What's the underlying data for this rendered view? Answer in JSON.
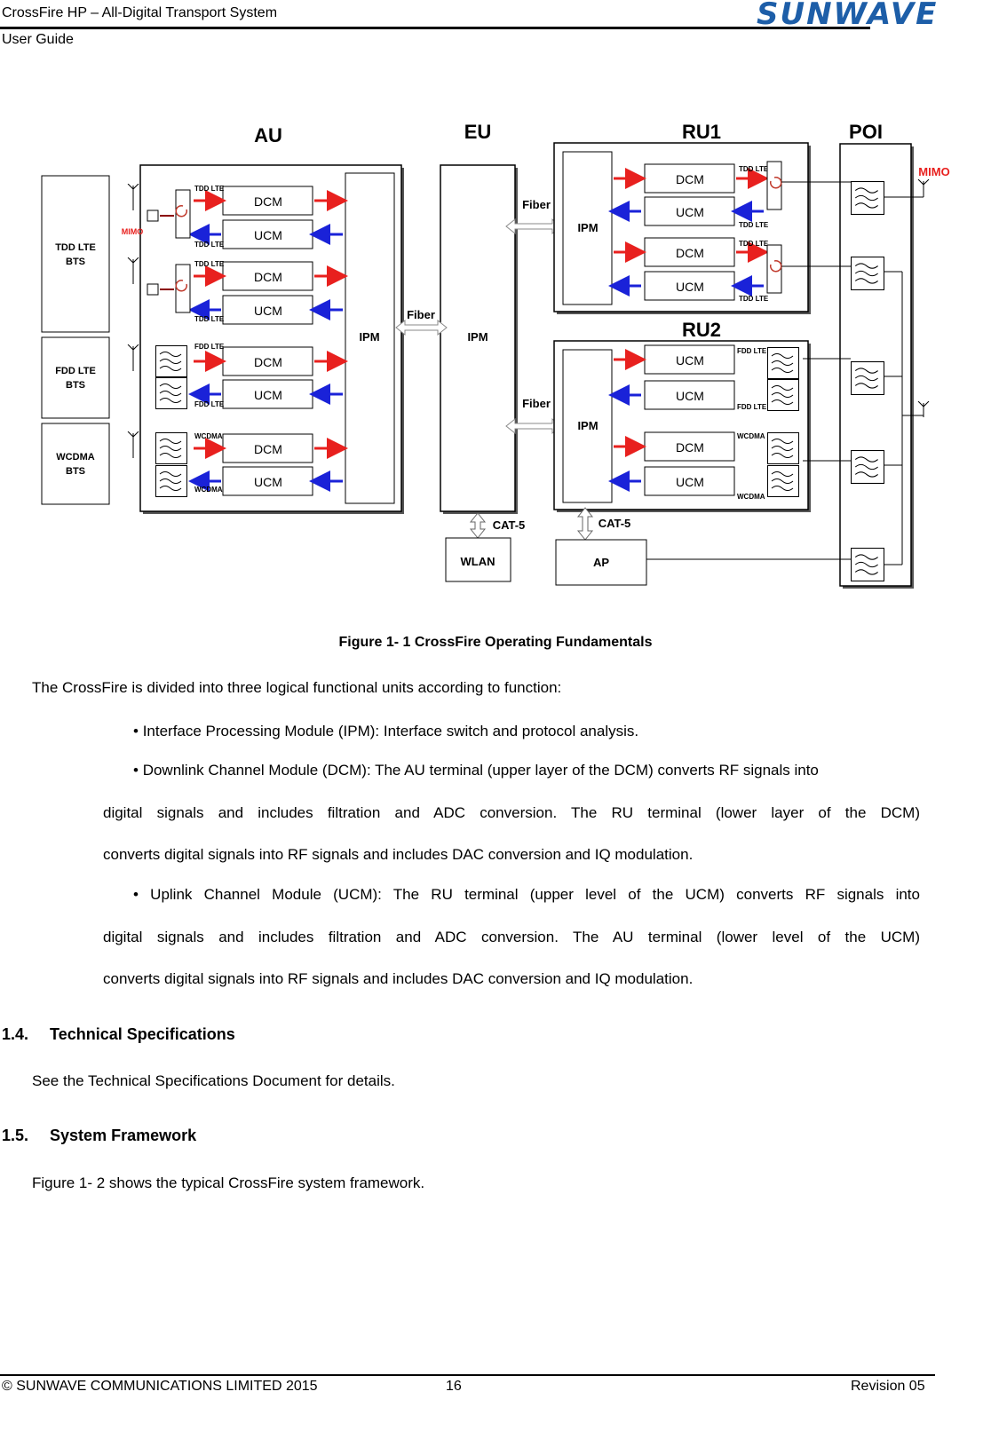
{
  "header": {
    "title": "CrossFire HP – All-Digital Transport System",
    "subtitle": "User Guide",
    "logo": "SUNWAVE"
  },
  "diagram": {
    "sections": {
      "au": "AU",
      "eu": "EU",
      "ru1": "RU1",
      "ru2": "RU2",
      "poi": "POI"
    },
    "bts": {
      "tdd": [
        "TDD LTE",
        "BTS"
      ],
      "fdd": [
        "FDD LTE",
        "BTS"
      ],
      "wcdma": [
        "WCDMA",
        "BTS"
      ]
    },
    "ipm": "IPM",
    "dcm": "DCM",
    "ucm": "UCM",
    "fiber": "Fiber",
    "cat5": "CAT-5",
    "wlan": "WLAN",
    "ap": "AP",
    "mimo": "MIMO",
    "band_tdd": "TDD LTE",
    "band_fdd": "FDD LTE",
    "band_wcdma": "WCDMA",
    "colors": {
      "downlink": "#e8201e",
      "uplink": "#1a22d8",
      "mimo": "#e8201e",
      "circulator": "#c0392b"
    }
  },
  "figure_caption": "Figure 1- 1 CrossFire Operating Fundamentals",
  "intro": "The CrossFire is divided into three logical functional units according to function:",
  "bullets": {
    "ipm": "Interface Processing Module (IPM): Interface switch and protocol analysis.",
    "dcm": {
      "line1": "Downlink Channel Module (DCM): The AU terminal (upper layer of the DCM) converts RF signals into",
      "line2": "digital signals and includes filtration and ADC conversion. The RU terminal (lower layer of the DCM)",
      "line3": "converts digital signals into RF signals and includes DAC conversion and IQ modulation."
    },
    "ucm": {
      "line1": "Uplink Channel Module (UCM): The RU terminal (upper level of the UCM) converts RF signals into",
      "line2": "digital signals and includes filtration and ADC conversion. The AU terminal (lower level of the UCM)",
      "line3": "converts digital signals into RF signals and includes DAC conversion and IQ modulation."
    }
  },
  "section_14": {
    "number": "1.4.",
    "title": "Technical Specifications",
    "body": "See the Technical Specifications Document for details."
  },
  "section_15": {
    "number": "1.5.",
    "title": "System Framework",
    "body": "Figure 1- 2 shows the typical CrossFire system framework."
  },
  "footer": {
    "copyright": "© SUNWAVE COMMUNICATIONS LIMITED 2015",
    "page": "16",
    "revision": "Revision 05"
  }
}
